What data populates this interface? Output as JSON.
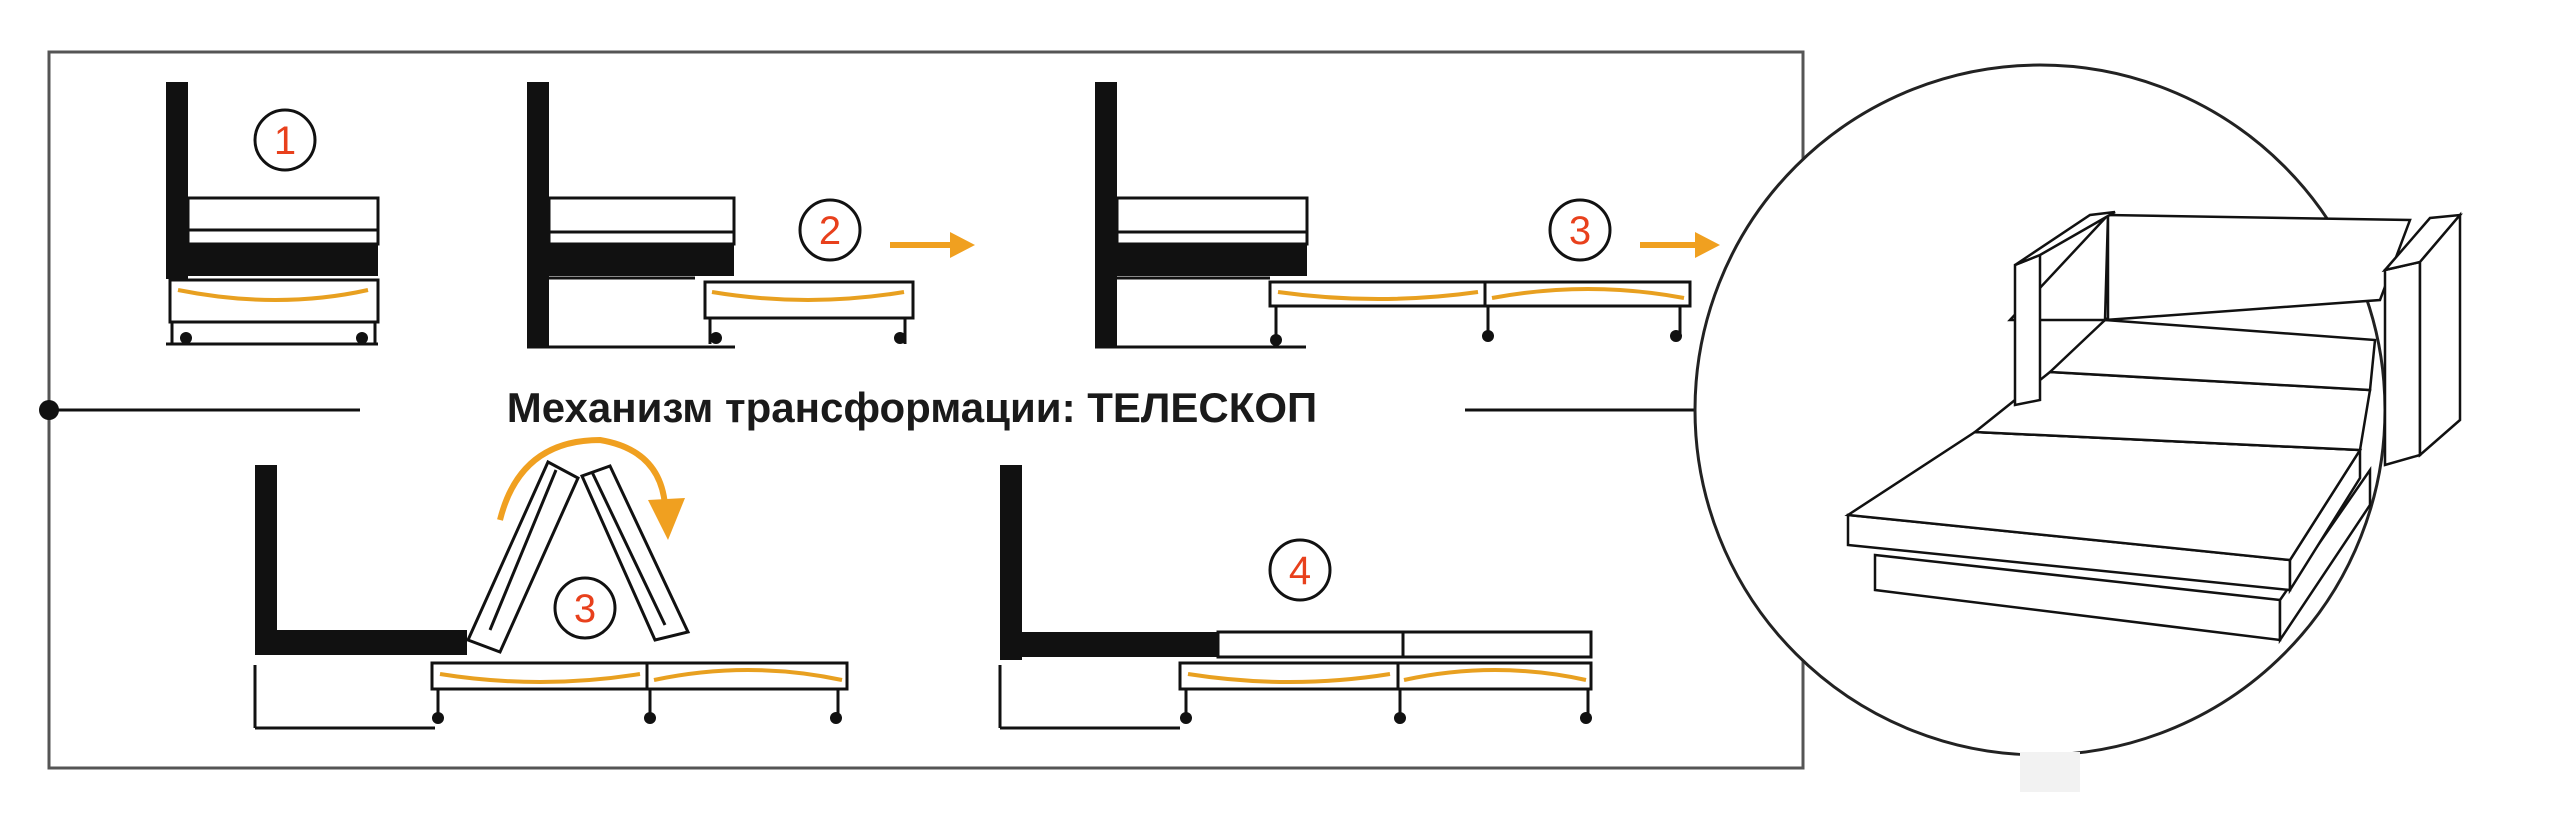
{
  "title": "Механизм трансформации: ТЕЛЕСКОП",
  "steps": [
    "1",
    "2",
    "3",
    "3",
    "4"
  ],
  "colors": {
    "step_number": "#e8401c",
    "arrow": "#f0a020",
    "spring": "#e8a020",
    "line": "#111111"
  }
}
